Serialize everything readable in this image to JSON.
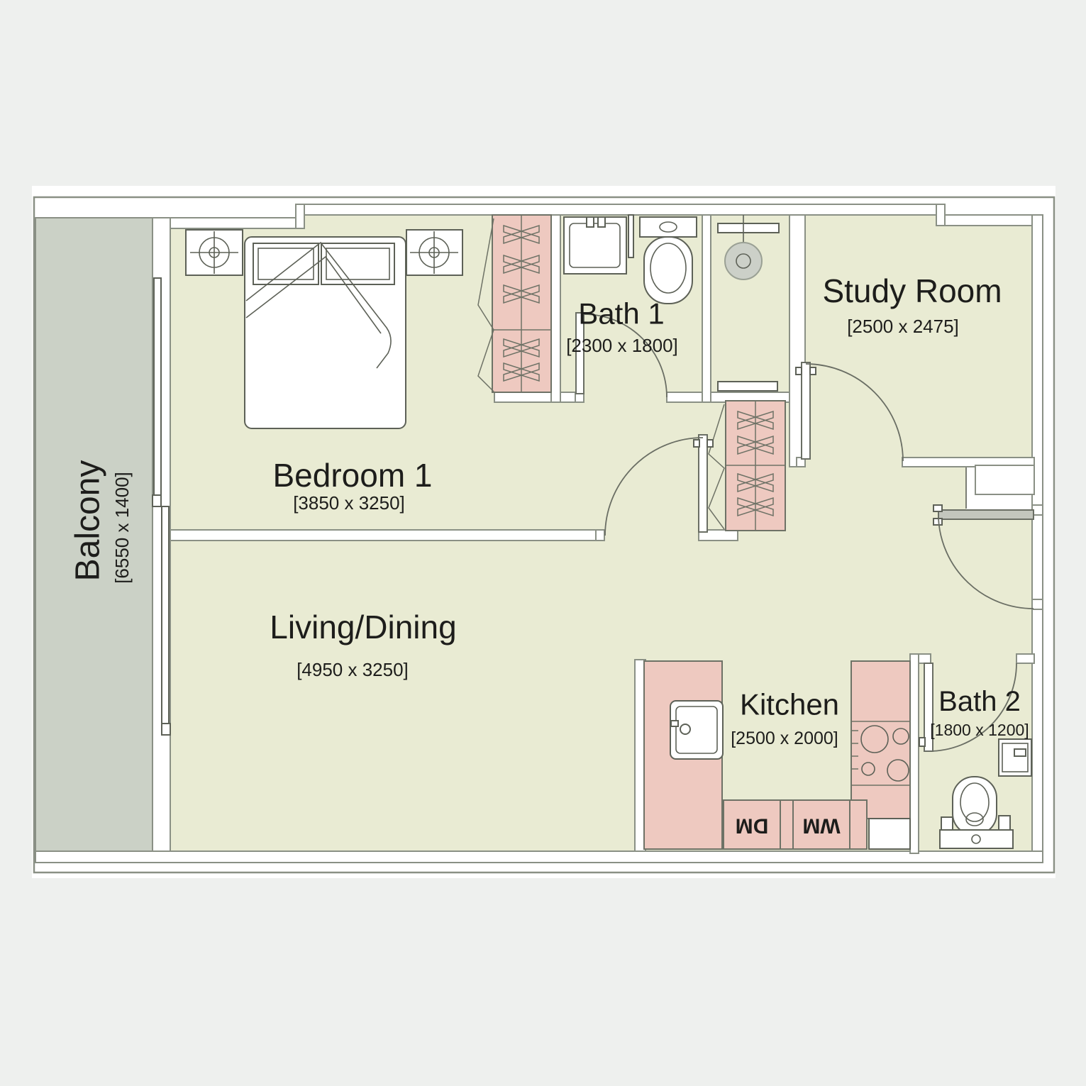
{
  "rooms": {
    "balcony": {
      "label": "Balcony",
      "dims": "[6550 x 1400]"
    },
    "bedroom1": {
      "label": "Bedroom 1",
      "dims": "[3850 x 3250]"
    },
    "bath1": {
      "label": "Bath 1",
      "dims": "[2300 x 1800]"
    },
    "study": {
      "label": "Study Room",
      "dims": "[2500 x 2475]"
    },
    "living": {
      "label": "Living/Dining",
      "dims": "[4950 x 3250]"
    },
    "kitchen": {
      "label": "Kitchen",
      "dims": "[2500 x 2000]"
    },
    "bath2": {
      "label": "Bath 2",
      "dims": "[1800 x 1200]"
    }
  },
  "appliances": {
    "dishwasher_label": "DM",
    "washer_label": "WM"
  },
  "colors": {
    "canvas_bg": "#eef0ee",
    "plan_bg": "#ffffff",
    "room_fill": "#e9ebd3",
    "balcony_fill": "#cbd1c6",
    "cabinet_fill": "#eec9c0",
    "wall_stroke": "#8a9085",
    "cabinet_stroke": "#6e7266",
    "furniture_stroke": "#5d6157",
    "text_color": "#1d1d1b"
  }
}
